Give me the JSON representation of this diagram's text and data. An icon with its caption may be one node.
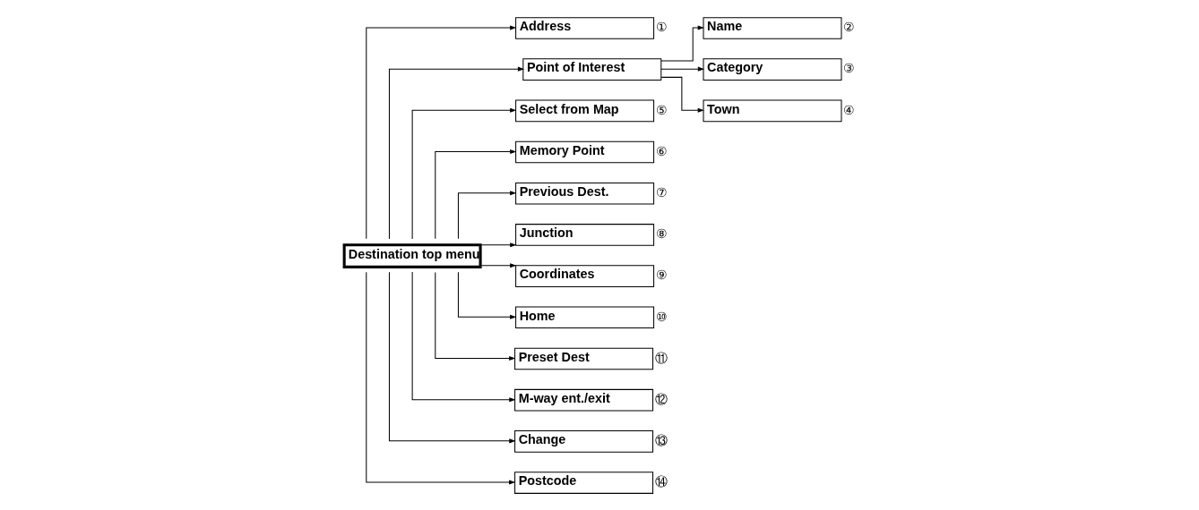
{
  "diagram": {
    "nodes": [
      {
        "text": [
          "Destination top menu"
        ]
      },
      {
        "text": [
          "Address"
        ],
        "beside": [
          "①"
        ]
      },
      {
        "text": [
          "Point of Interest"
        ]
      },
      {
        "text": [
          "Name"
        ],
        "beside": [
          "②"
        ]
      },
      {
        "text": [
          "Category"
        ],
        "beside": [
          "③"
        ]
      },
      {
        "text": [
          "Town"
        ],
        "beside": [
          "④"
        ]
      },
      {
        "text": [
          "Select from Map"
        ],
        "beside": [
          "⑤"
        ]
      },
      {
        "text": [
          "Memory Point"
        ],
        "beside": [
          "⑥"
        ]
      },
      {
        "text": [
          "Previous Dest."
        ],
        "beside": [
          "⑦"
        ]
      },
      {
        "text": [
          "Junction"
        ],
        "beside": [
          "⑧"
        ]
      },
      {
        "text": [
          "Coordinates"
        ],
        "beside": [
          "⑨"
        ]
      },
      {
        "text": [
          "Home"
        ],
        "beside": [
          "⑩"
        ]
      },
      {
        "text": [
          "Preset Dest"
        ],
        "beside": [
          "⑪"
        ]
      },
      {
        "text": [
          "M-way ent./exit"
        ],
        "beside": [
          "⑫"
        ]
      },
      {
        "text": [
          "Change"
        ],
        "beside": [
          "⑬"
        ]
      },
      {
        "text": [
          "Postcode"
        ],
        "beside": [
          "⑭"
        ]
      }
    ],
    "edges": [
      {
        "from": 0,
        "to": 1,
        "arrow": "to"
      },
      {
        "from": 0,
        "to": 2,
        "arrow": "to"
      },
      {
        "from": 2,
        "to": 3,
        "arrow": "to"
      },
      {
        "from": 2,
        "to": 4,
        "arrow": "to"
      },
      {
        "from": 2,
        "to": 5,
        "arrow": "to"
      },
      {
        "from": 0,
        "to": 6,
        "arrow": "to"
      },
      {
        "from": 0,
        "to": 7,
        "arrow": "to"
      },
      {
        "from": 0,
        "to": 8,
        "arrow": "to"
      },
      {
        "from": 0,
        "to": 9,
        "arrow": "to"
      },
      {
        "from": 0,
        "to": 10,
        "arrow": "to"
      },
      {
        "from": 0,
        "to": 11,
        "arrow": "to"
      },
      {
        "from": 0,
        "to": 12,
        "arrow": "to"
      },
      {
        "from": 0,
        "to": 13,
        "arrow": "to"
      },
      {
        "from": 0,
        "to": 14,
        "arrow": "to"
      },
      {
        "from": 0,
        "to": 15,
        "arrow": "to"
      }
    ]
  }
}
